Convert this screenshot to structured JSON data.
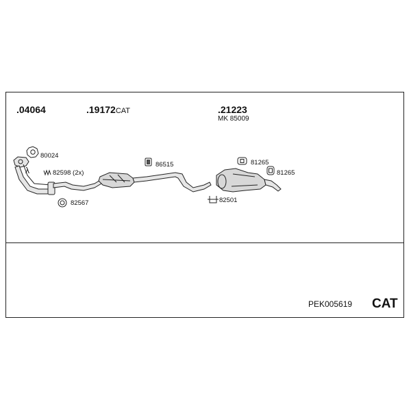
{
  "header": {
    "part_a": ".04064",
    "part_b": ".19172",
    "part_b_suffix": "CAT",
    "part_c": ".21223",
    "part_c_sub": "MK 85009"
  },
  "labels": {
    "gasket_80024": "80024",
    "lambda": "λ",
    "spring_82598": "82598 (2x)",
    "ring_82567": "82567",
    "mount_86515": "86515",
    "clamp_81265_a": "81265",
    "clamp_81265_b": "81265",
    "clip_82501": "82501"
  },
  "footer": {
    "reference": "PEK005619",
    "category": "CAT"
  },
  "icons": [
    "gasket-icon",
    "front-pipe-icon",
    "spring-icon",
    "ring-icon",
    "catalytic-converter-icon",
    "rubber-mount-icon",
    "rear-silencer-icon",
    "clamp-icon",
    "clip-icon"
  ]
}
